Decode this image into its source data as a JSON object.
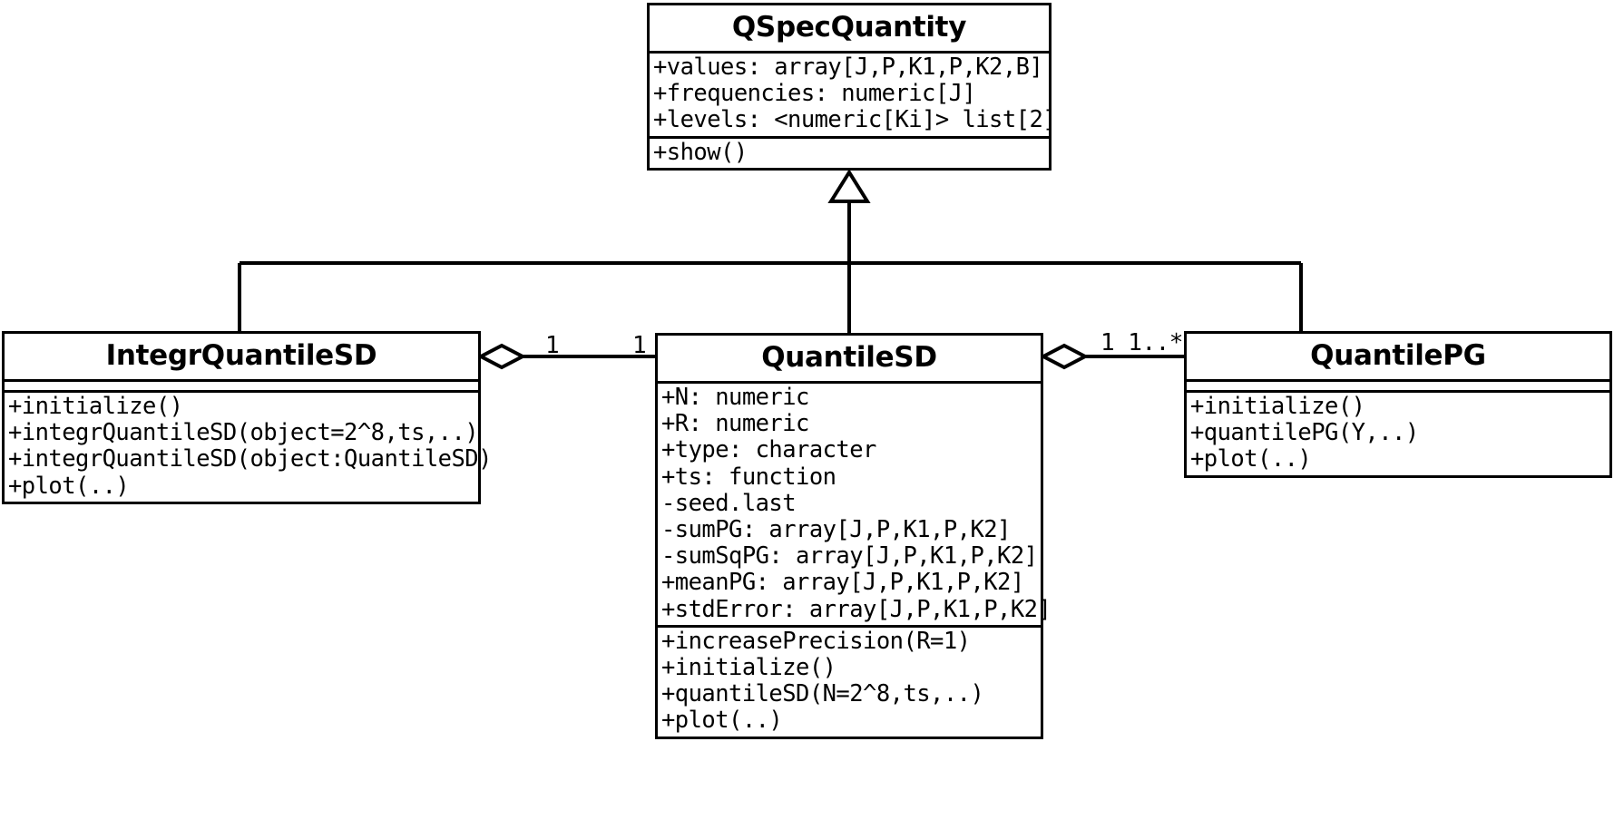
{
  "diagram": {
    "kind": "uml-class-diagram",
    "line_color": "#000000",
    "background": "#ffffff"
  },
  "classes": {
    "qspec_quantity": {
      "name": "QSpecQuantity",
      "attributes": [
        "+values: array[J,P,K1,P,K2,B]",
        "+frequencies: numeric[J]",
        "+levels: <numeric[Ki]> list[2]"
      ],
      "methods": [
        "+show()"
      ]
    },
    "integr_quantile_sd": {
      "name": "IntegrQuantileSD",
      "attributes": [],
      "methods": [
        "+initialize()",
        "+integrQuantileSD(object=2^8,ts,..)",
        "+integrQuantileSD(object:QuantileSD)",
        "+plot(..)"
      ]
    },
    "quantile_sd": {
      "name": "QuantileSD",
      "attributes": [
        "+N: numeric",
        "+R: numeric",
        "+type: character",
        "+ts: function",
        "-seed.last",
        "-sumPG: array[J,P,K1,P,K2]",
        "-sumSqPG: array[J,P,K1,P,K2]",
        "+meanPG: array[J,P,K1,P,K2]",
        "+stdError: array[J,P,K1,P,K2]"
      ],
      "methods": [
        "+increasePrecision(R=1)",
        "+initialize()",
        "+quantileSD(N=2^8,ts,..)",
        "+plot(..)"
      ]
    },
    "quantile_pg": {
      "name": "QuantilePG",
      "attributes": [],
      "methods": [
        "+initialize()",
        "+quantilePG(Y,..)",
        "+plot(..)"
      ]
    }
  },
  "relationships": {
    "generalization": {
      "type": "generalization",
      "parent": "QSpecQuantity",
      "children": [
        "IntegrQuantileSD",
        "QuantileSD",
        "QuantilePG"
      ]
    },
    "aggregation_integr_quantilesd": {
      "type": "aggregation",
      "owner": "IntegrQuantileSD",
      "part": "QuantileSD",
      "owner_multiplicity": "1",
      "part_multiplicity": "1"
    },
    "aggregation_quantilesd_pg": {
      "type": "aggregation",
      "owner": "QuantileSD",
      "part": "QuantilePG",
      "owner_multiplicity": "1",
      "part_multiplicity": "1..*"
    }
  },
  "multiplicity_labels": {
    "integr_side": "1",
    "quantilesd_left_side": "1",
    "quantilesd_right_side": "1 1..*"
  }
}
